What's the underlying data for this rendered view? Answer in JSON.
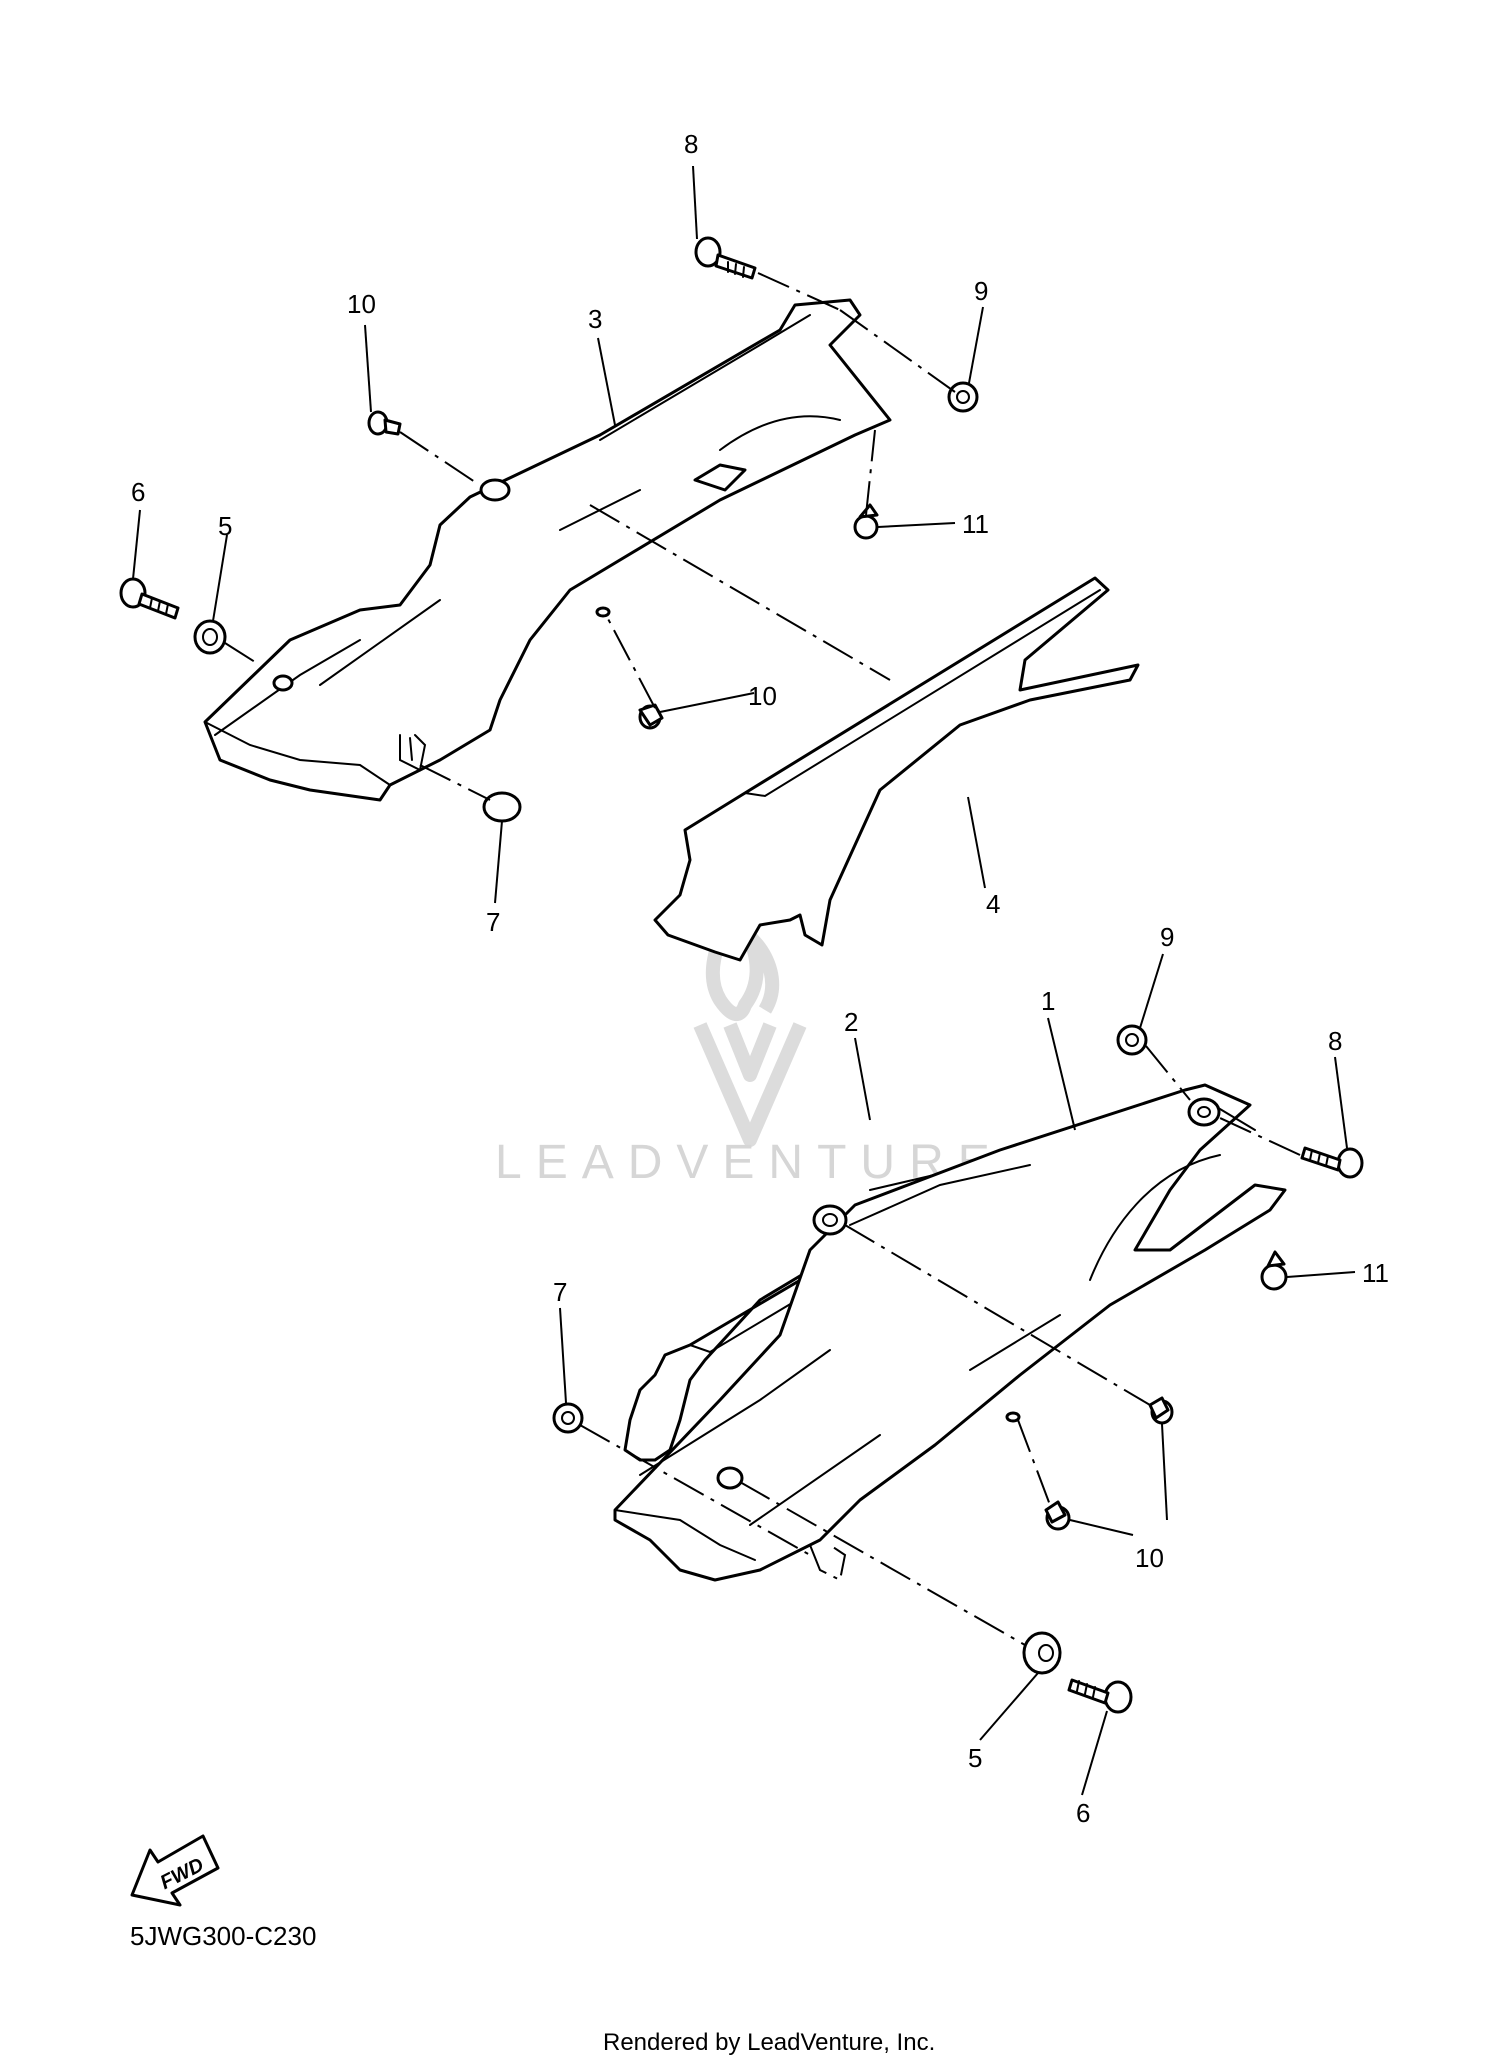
{
  "diagram": {
    "callouts": {
      "c1": "1",
      "c2": "2",
      "c3": "3",
      "c4": "4",
      "c5a": "5",
      "c5b": "5",
      "c6a": "6",
      "c6b": "6",
      "c7a": "7",
      "c7b": "7",
      "c8a": "8",
      "c8b": "8",
      "c9a": "9",
      "c9b": "9",
      "c10a": "10",
      "c10b": "10",
      "c10c": "10",
      "c11a": "11",
      "c11b": "11"
    },
    "fwd_label": "FWD",
    "diagram_code": "5JWG300-C230",
    "watermark": "LEADVENTURE",
    "footer": "Rendered by LeadVenture, Inc."
  }
}
